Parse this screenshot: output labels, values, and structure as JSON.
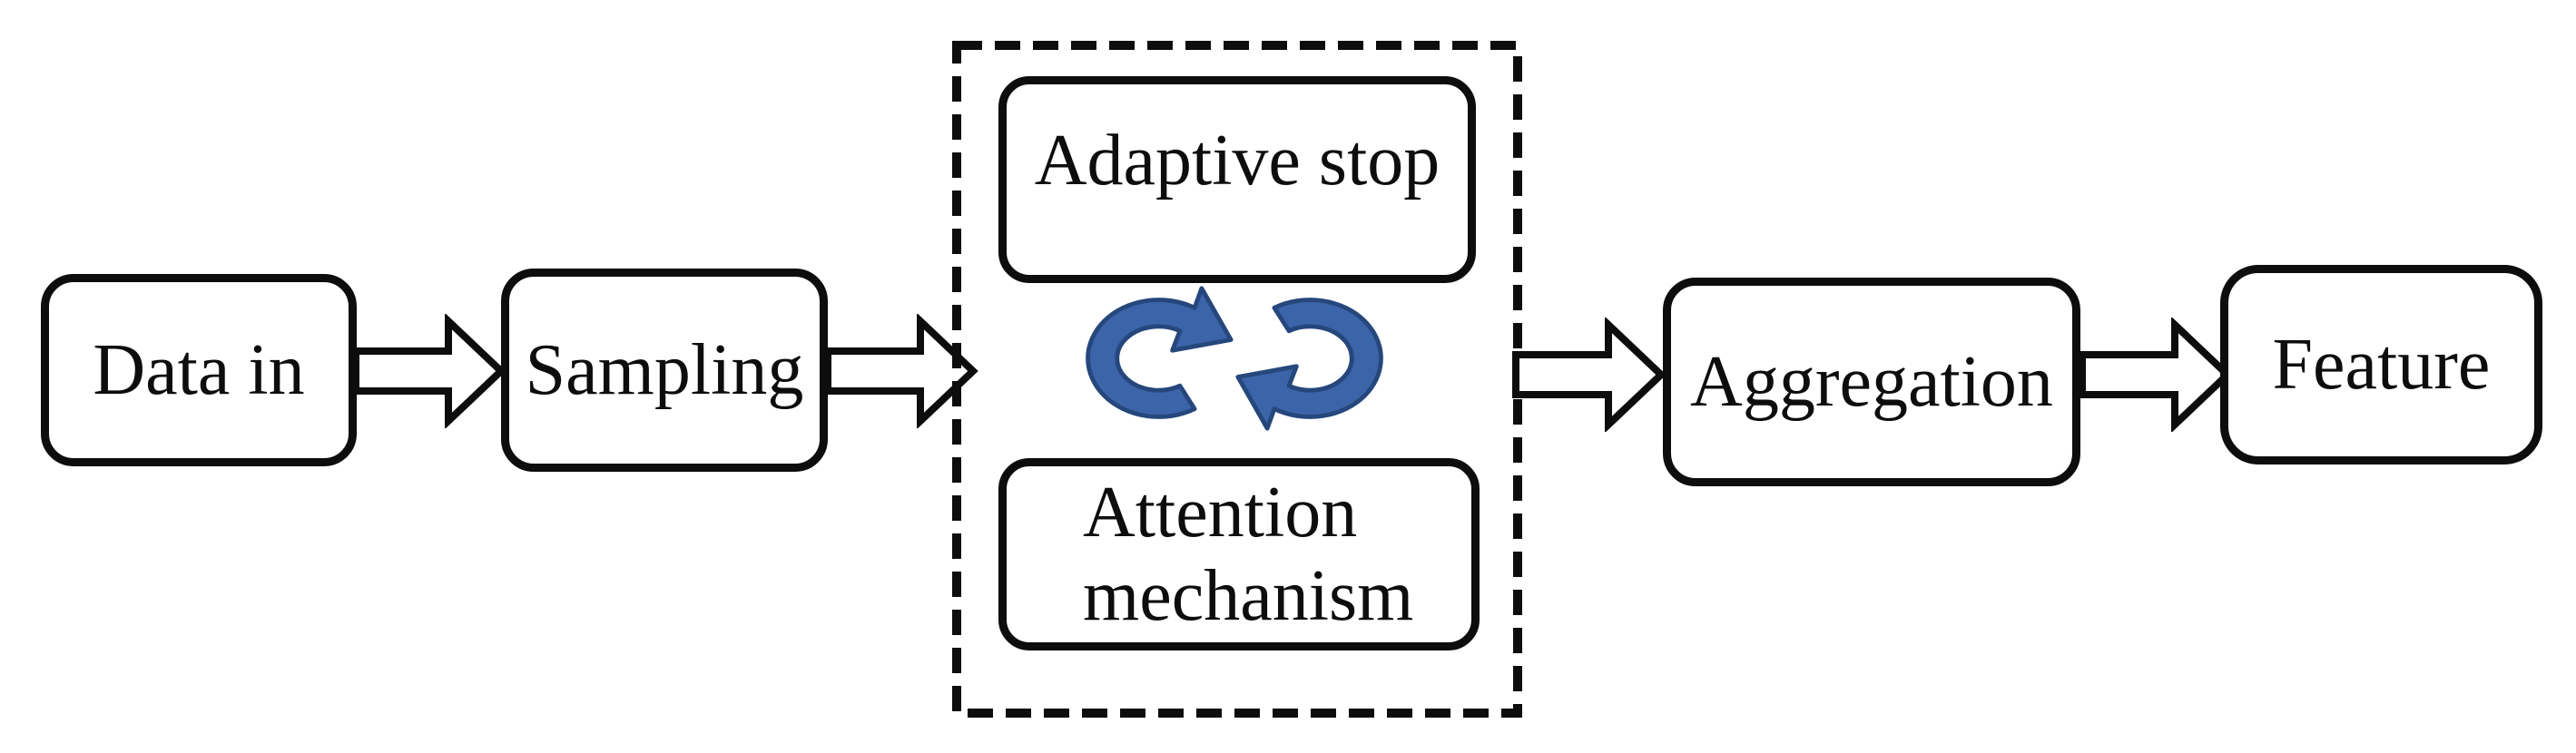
{
  "diagram": {
    "description": "Flow diagram: data passes through sampling into an iterative module (adaptive stop + attention mechanism cycle), then aggregation produces the feature output",
    "background_color": "#ffffff",
    "line_color": "#0d0d0d",
    "cycle_icon_fill": "#3c64a9",
    "cycle_icon_stroke": "#26477c",
    "nodes": [
      {
        "id": "data-in",
        "label": "Data in"
      },
      {
        "id": "sampling",
        "label": "Sampling"
      },
      {
        "id": "adaptive-stop",
        "label": "Adaptive stop"
      },
      {
        "id": "attention-mechanism",
        "label": "Attention mechanism"
      },
      {
        "id": "aggregation",
        "label": "Aggregation"
      },
      {
        "id": "feature",
        "label": "Feature"
      }
    ],
    "icons": [
      {
        "id": "cycle-arrows-icon",
        "meaning": "iterative loop between adaptive stop and attention mechanism"
      }
    ],
    "flow": [
      "Data in",
      "Sampling",
      "iterative module",
      "Aggregation",
      "Feature"
    ]
  }
}
